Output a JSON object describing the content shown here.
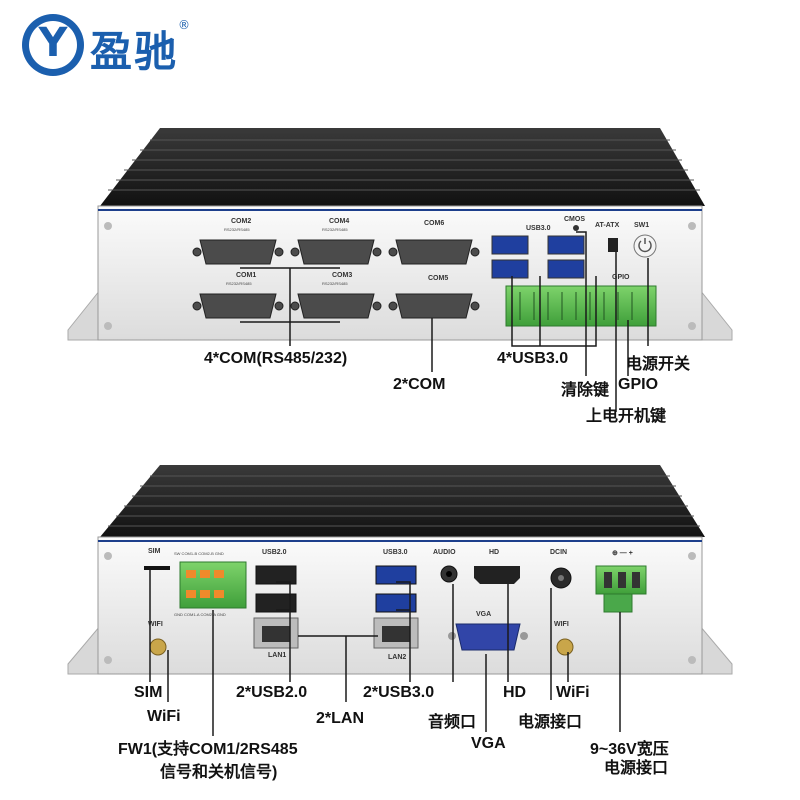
{
  "brand": {
    "logo_letter": "Y",
    "name": "盈驰",
    "registered": "®"
  },
  "top_panel": {
    "port_labels": {
      "com2": "COM2",
      "com4": "COM4",
      "com6": "COM6",
      "com1": "COM1",
      "com3": "COM3",
      "com5": "COM5",
      "rs_caption": "RS232/RS485",
      "usb": "USB3.0",
      "cmos": "CMOS",
      "at_atx": "AT-ATX",
      "sw1": "SW1",
      "gpio": "GPIO"
    },
    "callouts": {
      "com_rs": "4*COM(RS485/232)",
      "com": "2*COM",
      "usb": "4*USB3.0",
      "power_switch": "电源开关",
      "clear": "清除键",
      "gpio": "GPIO",
      "power_on": "上电开机键"
    }
  },
  "bottom_panel": {
    "port_labels": {
      "sim": "SIM",
      "terminal_top": "SW COM1-B COM2-B GND",
      "terminal_bottom": "GND COM1-A COM2-A GND",
      "usb2": "USB2.0",
      "lan1": "LAN1",
      "wifi": "WIFI",
      "usb3": "USB3.0",
      "lan2": "LAN2",
      "audio": "AUDIO",
      "hd": "HD",
      "vga": "VGA",
      "dcin": "DCIN",
      "wifi2": "WIFI",
      "power_symbols": "⊕ — +"
    },
    "callouts": {
      "sim": "SIM",
      "wifi": "WiFi",
      "fw1_line1": "FW1(支持COM1/2RS485",
      "fw1_line2": "信号和关机信号)",
      "usb2": "2*USB2.0",
      "lan": "2*LAN",
      "usb3": "2*USB3.0",
      "audio": "音频口",
      "vga": "VGA",
      "hd": "HD",
      "dc": "电源接口",
      "wifi2": "WiFi",
      "wide_power_1": "9~36V宽压",
      "wide_power_2": "电源接口"
    }
  }
}
